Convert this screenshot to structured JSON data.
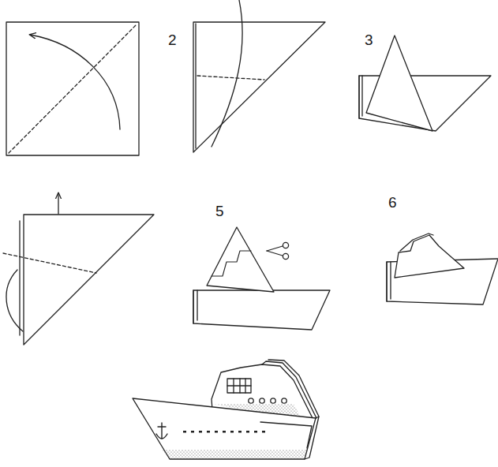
{
  "diagram": {
    "labels": [
      "2",
      "3",
      "5",
      "6"
    ]
  }
}
